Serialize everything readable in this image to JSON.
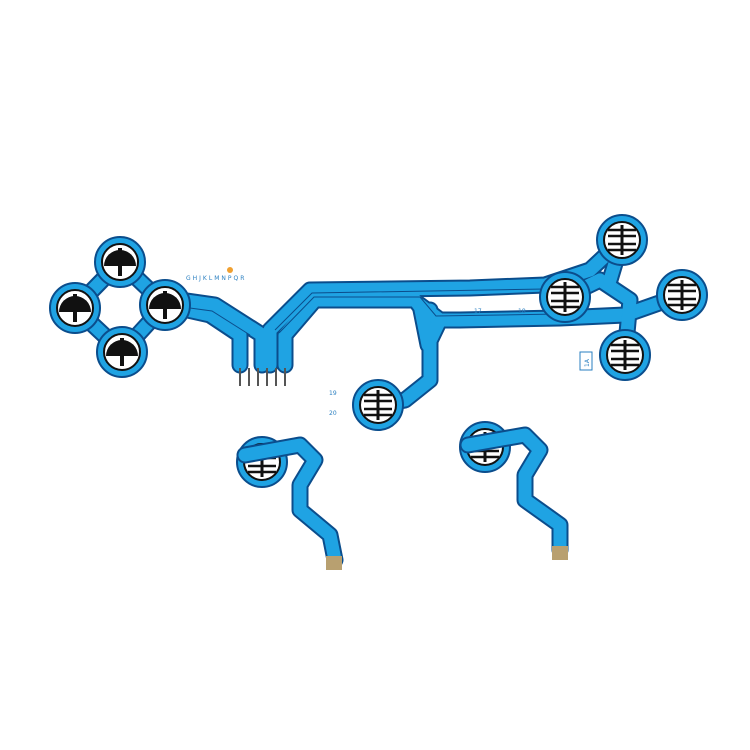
{
  "photo": {
    "subject": "flex-cable-set",
    "labels": {
      "letters": "GHJKLMNPQR",
      "l17": "17",
      "l18": "18",
      "l19": "19",
      "l20": "20",
      "l1a": "1A"
    },
    "colors": {
      "film": "#1fa3e3",
      "outline": "#0b4d8c",
      "pad": "#111111"
    }
  }
}
